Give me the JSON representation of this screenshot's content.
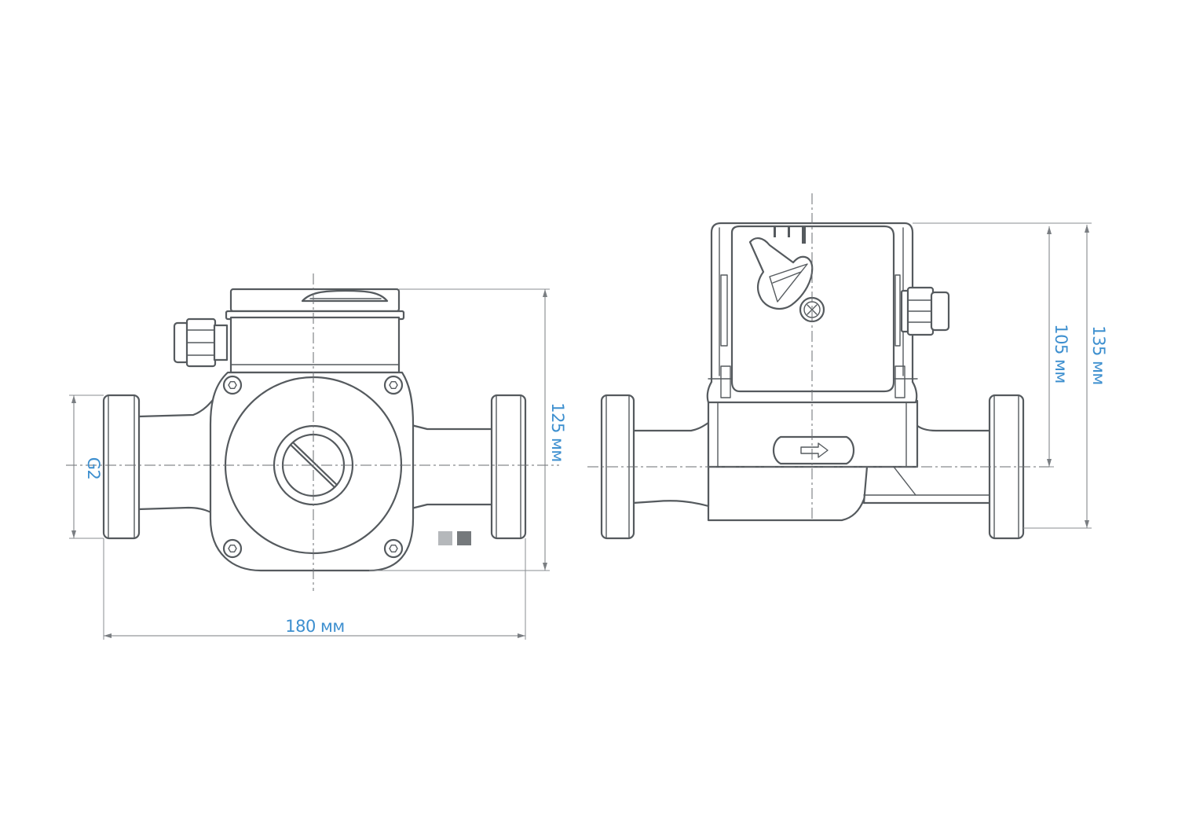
{
  "dimensions": {
    "thread": "G2",
    "length": "180 мм",
    "height_front": "125 мм",
    "height_body": "105 мм",
    "height_total": "135 мм"
  },
  "colors": {
    "line": "#555a5e",
    "dimension_text": "#3d8fcf",
    "swatch_light": "#b5b8bb",
    "swatch_dark": "#75797c"
  }
}
